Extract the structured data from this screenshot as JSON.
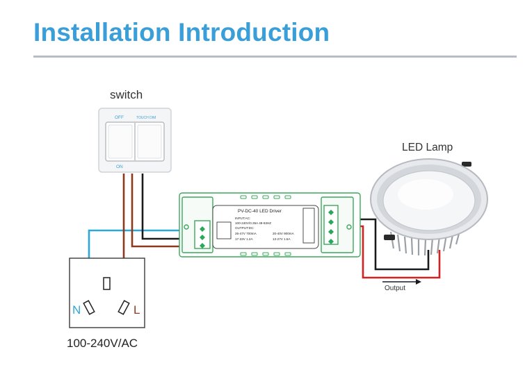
{
  "title": "Installation Introduction",
  "labels": {
    "switch": "switch",
    "switch_off": "OFF",
    "switch_touch_dim": "TOUCH DIM",
    "switch_on": "ON",
    "led_lamp": "LED Lamp",
    "output": "Output",
    "neutral": "N",
    "live": "L",
    "supply": "100-240V/AC"
  },
  "driver_label": {
    "model": "PV-DC-40 LED Driver",
    "lines": [
      "INPUT:AC:",
      "100-240V/0.35A 48-63HZ",
      "OUTPUT:DC:",
      "26-47V 700mA",
      "20-40V 900mA",
      "17-33V 1.2A",
      "13-27V 1.5A"
    ]
  },
  "colors": {
    "title": "#3a9fd8",
    "rule": "#b8bcc4",
    "wire_live": "#8b3a1e",
    "wire_neutral": "#2aa8d8",
    "wire_switched": "#1a1a1a",
    "wire_output_pos": "#d42020",
    "wire_output_neg": "#1a1a1a",
    "driver_outline": "#3aa85a"
  }
}
